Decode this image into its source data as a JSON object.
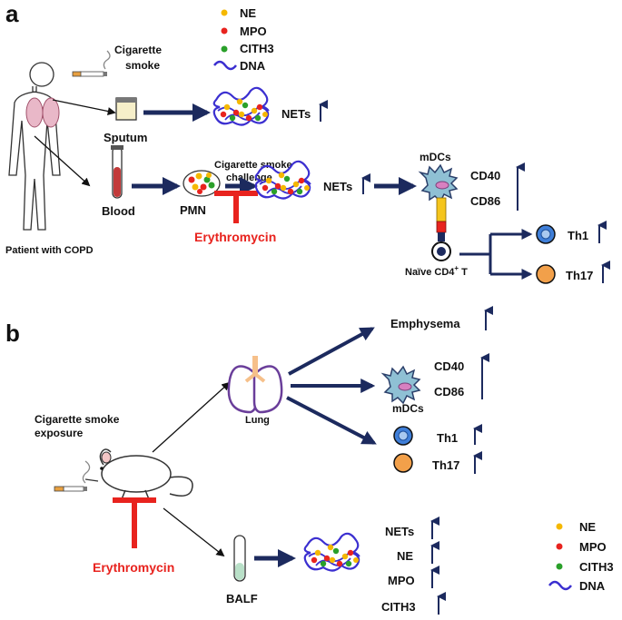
{
  "panel_a": {
    "letter": "a",
    "legend": [
      "NE",
      "MPO",
      "CITH3",
      "DNA"
    ],
    "cigarette_smoke": [
      "Cigarette",
      "smoke"
    ],
    "sputum": "Sputum",
    "blood": "Blood",
    "patient": "Patient with COPD",
    "nets_top": "NETs",
    "challenge": [
      "Cigarette smoke",
      "challenge"
    ],
    "pmn": "PMN",
    "nets_mid": "NETs",
    "erythromycin": "Erythromycin",
    "mdcs": "mDCs",
    "cd40": "CD40",
    "cd86": "CD86",
    "naive": "Naïve CD4",
    "naive_sup": "+",
    "naive_t": " T",
    "th1": "Th1",
    "th17": "Th17"
  },
  "panel_b": {
    "letter": "b",
    "exposure": [
      "Cigarette smoke",
      "exposure"
    ],
    "lung": "Lung",
    "emphysema": "Emphysema",
    "cd40": "CD40",
    "cd86": "CD86",
    "mdcs": "mDCs",
    "th1": "Th1",
    "th17": "Th17",
    "erythromycin": "Erythromycin",
    "balf": "BALF",
    "nets": "NETs",
    "ne": "NE",
    "mpo": "MPO",
    "cith3": "CITH3",
    "legend": [
      "NE",
      "MPO",
      "CITH3",
      "DNA"
    ]
  },
  "colors": {
    "arrow": "#1c2a5e",
    "ne": "#f5b800",
    "mpo": "#e8231e",
    "cith3": "#2aa02a",
    "dna": "#3b2fd0",
    "inhibit": "#e8231e"
  }
}
